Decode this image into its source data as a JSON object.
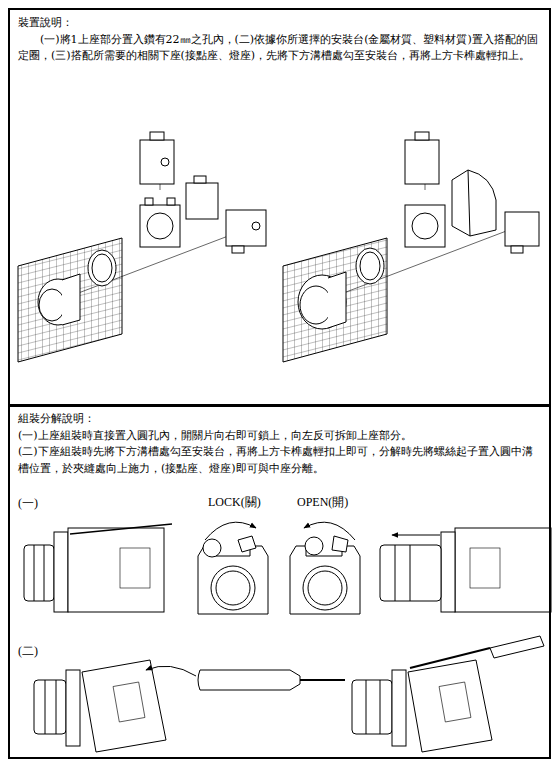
{
  "diagram": {
    "nodes": [
      {
        "text": [
          "裝置說明：",
          "(一)將1上座部分置入鑽有22㎜之孔內，(二)依據你所選擇的安裝台(金屬材質、塑料材質)置入搭配的固定圈，(三)搭配所需要的相關下座(接點座、燈座)，先將下方溝槽處勾至安裝台，再將上方卡榫處輕扣上。"
        ]
      },
      {
        "text": [
          "組裝分解說明：",
          "(一)上座組裝時直接置入圓孔內，開關片向右即可鎖上，向左反可拆卸上座部分。",
          "(二)下座組裝時先將下方溝槽處勾至安裝台，再將上方卡榫處輕扣上即可，分解時先將螺絲起子置入圓中溝槽位置，於夾縫處向上施力，(接點座、燈座)即可與中座分離。"
        ]
      }
    ],
    "labels": [
      "(一)",
      "LOCK(關)",
      "OPEN(開)",
      "(二)"
    ]
  }
}
